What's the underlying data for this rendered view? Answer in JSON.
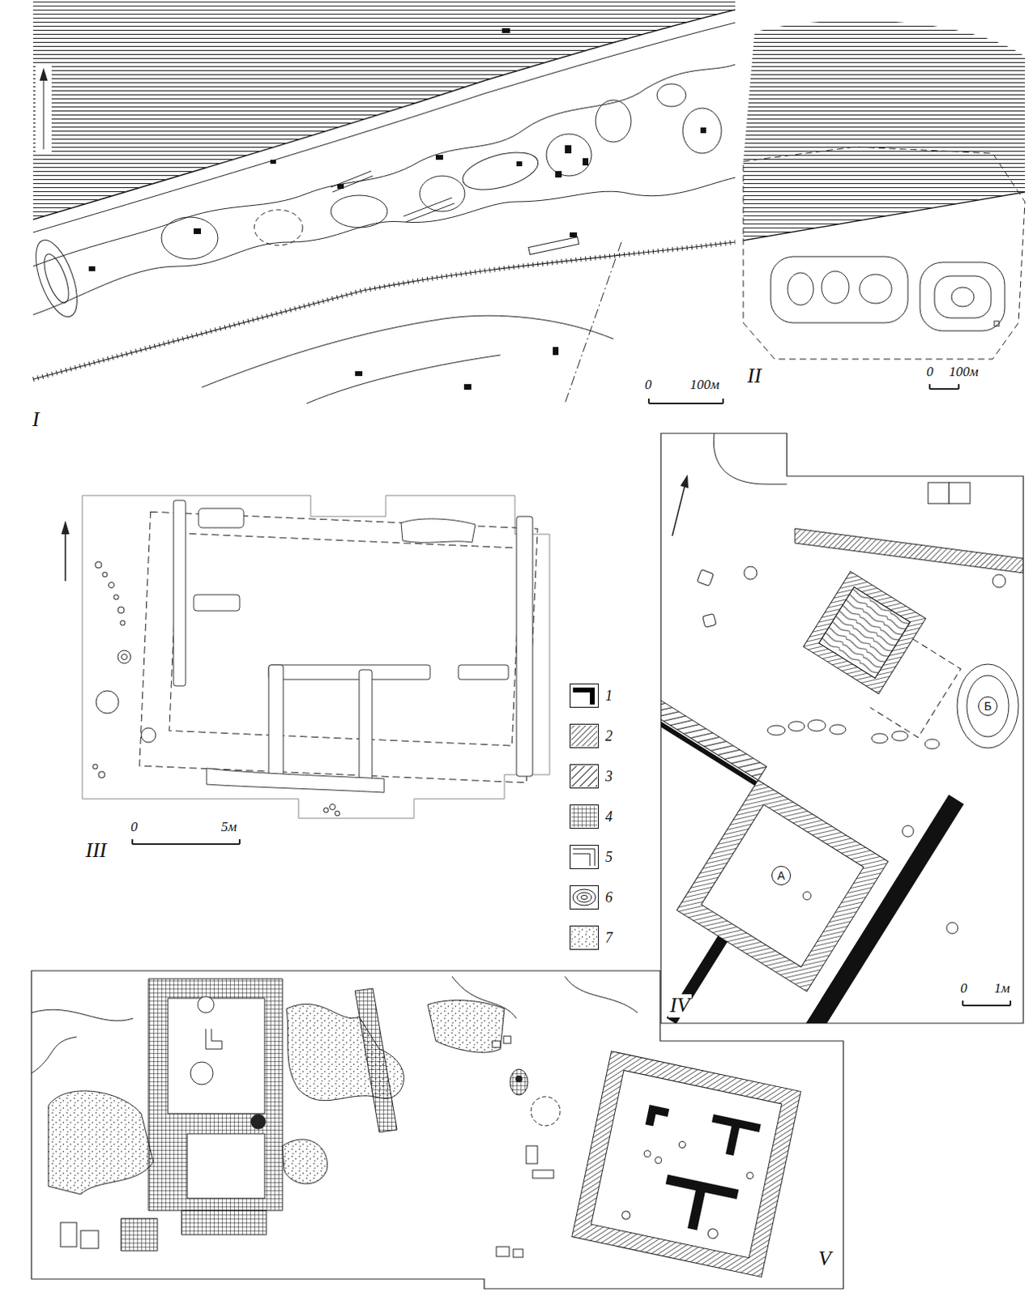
{
  "diagram": {
    "nodes": [
      {
        "text": [
          "А"
        ]
      },
      {
        "text": [
          "Б"
        ]
      }
    ],
    "labels": [
      "I",
      "0",
      "100м",
      "II",
      "0",
      "100м",
      "III",
      "0",
      "5м",
      "IV",
      "0",
      "1м",
      "V"
    ],
    "legend": [
      {
        "text": "1",
        "color": "#000000"
      },
      {
        "text": "2"
      },
      {
        "text": "3"
      },
      {
        "text": "4"
      },
      {
        "text": "5"
      },
      {
        "text": "6"
      },
      {
        "text": "7"
      }
    ]
  }
}
